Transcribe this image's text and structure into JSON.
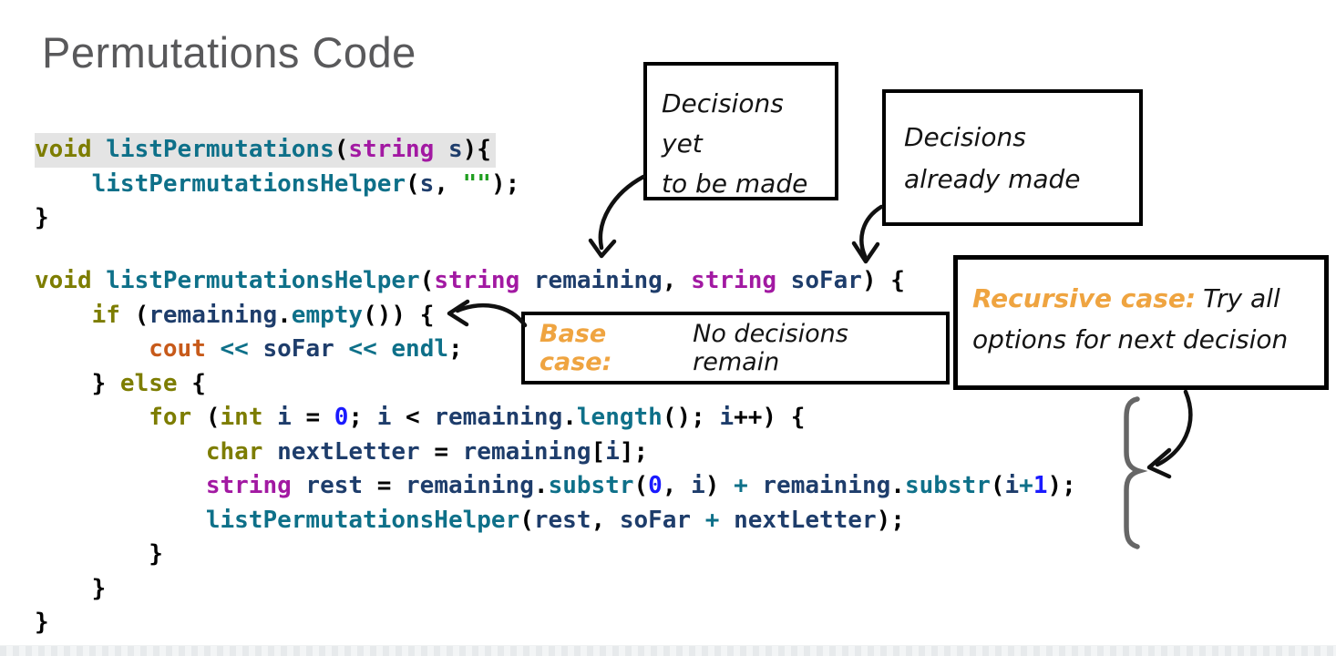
{
  "slide": {
    "title": "Permutations Code"
  },
  "colors": {
    "kw": "#7d7d00",
    "fn": "#0e7089",
    "ty": "#a219a2",
    "var": "#1e3d6b",
    "num": "#1a1aff",
    "str": "#1f9e1f",
    "io": "#c75a1a",
    "op": "#0e7089",
    "hl": "#e4e4e4",
    "accent": "#efa440",
    "brace": "#666666",
    "arrow": "#111111",
    "title": "#59595b"
  },
  "code_blocks": [
    {
      "name": "listPermutations",
      "lines": [
        {
          "highlight": true,
          "tokens": [
            [
              "kw",
              "void"
            ],
            [
              "pl",
              " "
            ],
            [
              "fn",
              "listPermutations"
            ],
            [
              "pl",
              "("
            ],
            [
              "ty",
              "string"
            ],
            [
              "pl",
              " "
            ],
            [
              "var",
              "s"
            ],
            [
              "pl",
              "){"
            ]
          ]
        },
        {
          "highlight": false,
          "tokens": [
            [
              "pl",
              "    "
            ],
            [
              "fn",
              "listPermutationsHelper"
            ],
            [
              "pl",
              "("
            ],
            [
              "var",
              "s"
            ],
            [
              "pl",
              ", "
            ],
            [
              "str",
              "\"\""
            ],
            [
              "pl",
              ");"
            ]
          ]
        },
        {
          "highlight": false,
          "tokens": [
            [
              "pl",
              "}"
            ]
          ]
        }
      ]
    },
    {
      "name": "listPermutationsHelper",
      "lines": [
        {
          "highlight": false,
          "tokens": [
            [
              "kw",
              "void"
            ],
            [
              "pl",
              " "
            ],
            [
              "fn",
              "listPermutationsHelper"
            ],
            [
              "pl",
              "("
            ],
            [
              "ty",
              "string"
            ],
            [
              "pl",
              " "
            ],
            [
              "var",
              "remaining"
            ],
            [
              "pl",
              ", "
            ],
            [
              "ty",
              "string"
            ],
            [
              "pl",
              " "
            ],
            [
              "var",
              "soFar"
            ],
            [
              "pl",
              ") {"
            ]
          ]
        },
        {
          "highlight": false,
          "tokens": [
            [
              "pl",
              "    "
            ],
            [
              "kw",
              "if"
            ],
            [
              "pl",
              " ("
            ],
            [
              "var",
              "remaining"
            ],
            [
              "pl",
              "."
            ],
            [
              "fn",
              "empty"
            ],
            [
              "pl",
              "()) {"
            ]
          ]
        },
        {
          "highlight": false,
          "tokens": [
            [
              "pl",
              "        "
            ],
            [
              "io",
              "cout"
            ],
            [
              "pl",
              " "
            ],
            [
              "op",
              "<<"
            ],
            [
              "pl",
              " "
            ],
            [
              "var",
              "soFar"
            ],
            [
              "pl",
              " "
            ],
            [
              "op",
              "<<"
            ],
            [
              "pl",
              " "
            ],
            [
              "fn",
              "endl"
            ],
            [
              "pl",
              ";"
            ]
          ]
        },
        {
          "highlight": false,
          "tokens": [
            [
              "pl",
              "    } "
            ],
            [
              "kw",
              "else"
            ],
            [
              "pl",
              " {"
            ]
          ]
        },
        {
          "highlight": false,
          "tokens": [
            [
              "pl",
              "        "
            ],
            [
              "kw",
              "for"
            ],
            [
              "pl",
              " ("
            ],
            [
              "kw",
              "int"
            ],
            [
              "pl",
              " "
            ],
            [
              "var",
              "i"
            ],
            [
              "pl",
              " = "
            ],
            [
              "num",
              "0"
            ],
            [
              "pl",
              "; "
            ],
            [
              "var",
              "i"
            ],
            [
              "pl",
              " < "
            ],
            [
              "var",
              "remaining"
            ],
            [
              "pl",
              "."
            ],
            [
              "fn",
              "length"
            ],
            [
              "pl",
              "(); "
            ],
            [
              "var",
              "i"
            ],
            [
              "pl",
              "++) {"
            ]
          ]
        },
        {
          "highlight": false,
          "tokens": [
            [
              "pl",
              "            "
            ],
            [
              "kw",
              "char"
            ],
            [
              "pl",
              " "
            ],
            [
              "var",
              "nextLetter"
            ],
            [
              "pl",
              " = "
            ],
            [
              "var",
              "remaining"
            ],
            [
              "pl",
              "["
            ],
            [
              "var",
              "i"
            ],
            [
              "pl",
              "];"
            ]
          ]
        },
        {
          "highlight": false,
          "tokens": [
            [
              "pl",
              "            "
            ],
            [
              "ty",
              "string"
            ],
            [
              "pl",
              " "
            ],
            [
              "var",
              "rest"
            ],
            [
              "pl",
              " = "
            ],
            [
              "var",
              "remaining"
            ],
            [
              "pl",
              "."
            ],
            [
              "fn",
              "substr"
            ],
            [
              "pl",
              "("
            ],
            [
              "num",
              "0"
            ],
            [
              "pl",
              ", "
            ],
            [
              "var",
              "i"
            ],
            [
              "pl",
              ") "
            ],
            [
              "op",
              "+"
            ],
            [
              "pl",
              " "
            ],
            [
              "var",
              "remaining"
            ],
            [
              "pl",
              "."
            ],
            [
              "fn",
              "substr"
            ],
            [
              "pl",
              "("
            ],
            [
              "var",
              "i"
            ],
            [
              "op",
              "+"
            ],
            [
              "num",
              "1"
            ],
            [
              "pl",
              ");"
            ]
          ]
        },
        {
          "highlight": false,
          "tokens": [
            [
              "pl",
              "            "
            ],
            [
              "fn",
              "listPermutationsHelper"
            ],
            [
              "pl",
              "("
            ],
            [
              "var",
              "rest"
            ],
            [
              "pl",
              ", "
            ],
            [
              "var",
              "soFar"
            ],
            [
              "pl",
              " "
            ],
            [
              "op",
              "+"
            ],
            [
              "pl",
              " "
            ],
            [
              "var",
              "nextLetter"
            ],
            [
              "pl",
              ");"
            ]
          ]
        },
        {
          "highlight": false,
          "tokens": [
            [
              "pl",
              "        }"
            ]
          ]
        },
        {
          "highlight": false,
          "tokens": [
            [
              "pl",
              "    }"
            ]
          ]
        },
        {
          "highlight": false,
          "tokens": [
            [
              "pl",
              "}"
            ]
          ]
        }
      ]
    }
  ],
  "annotations": {
    "decisions_yet": {
      "text": "Decisions yet\nto be made"
    },
    "decisions_already": {
      "text": "Decisions\nalready made"
    },
    "base_case": {
      "label": "Base case:",
      "text": "No decisions remain"
    },
    "recursive_case": {
      "label": "Recursive case:",
      "text": "Try all\noptions for next decision"
    }
  }
}
